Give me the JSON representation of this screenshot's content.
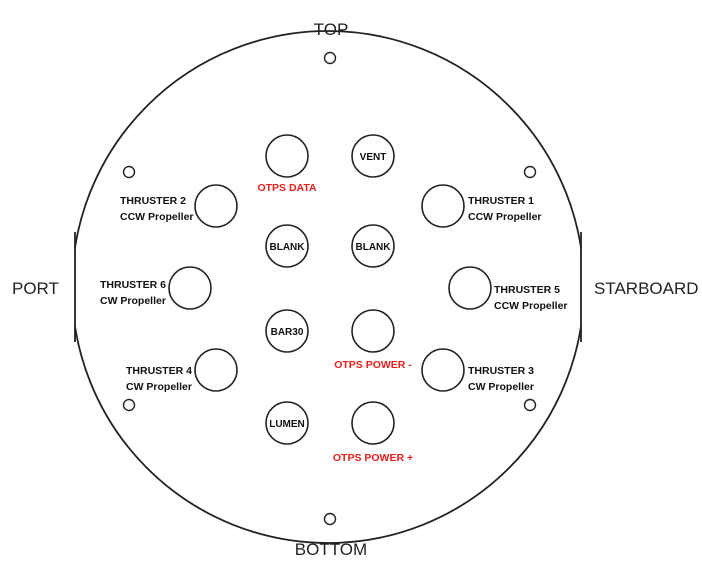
{
  "colors": {
    "outline": "#222222",
    "label": "#111111",
    "accent_red": "#e8201c"
  },
  "orientation": {
    "top": "TOP",
    "bottom": "BOTTOM",
    "port": "PORT",
    "starboard": "STARBOARD"
  },
  "ports": {
    "otps_data": {
      "circle_label": "",
      "caption": "OTPS DATA"
    },
    "vent": {
      "circle_label": "VENT"
    },
    "blank_left": {
      "circle_label": "BLANK"
    },
    "blank_right": {
      "circle_label": "BLANK"
    },
    "bar30": {
      "circle_label": "BAR30"
    },
    "otps_power_minus": {
      "circle_label": "",
      "caption": "OTPS POWER -"
    },
    "lumen": {
      "circle_label": "LUMEN"
    },
    "otps_power_plus": {
      "circle_label": "",
      "caption": "OTPS POWER +"
    }
  },
  "thrusters": {
    "t1": {
      "name": "THRUSTER 1",
      "propeller": "CCW Propeller"
    },
    "t2": {
      "name": "THRUSTER 2",
      "propeller": "CCW Propeller"
    },
    "t3": {
      "name": "THRUSTER 3",
      "propeller": "CW Propeller"
    },
    "t4": {
      "name": "THRUSTER 4",
      "propeller": "CW Propeller"
    },
    "t5": {
      "name": "THRUSTER 5",
      "propeller": "CCW Propeller"
    },
    "t6": {
      "name": "THRUSTER 6",
      "propeller": "CW Propeller"
    }
  }
}
